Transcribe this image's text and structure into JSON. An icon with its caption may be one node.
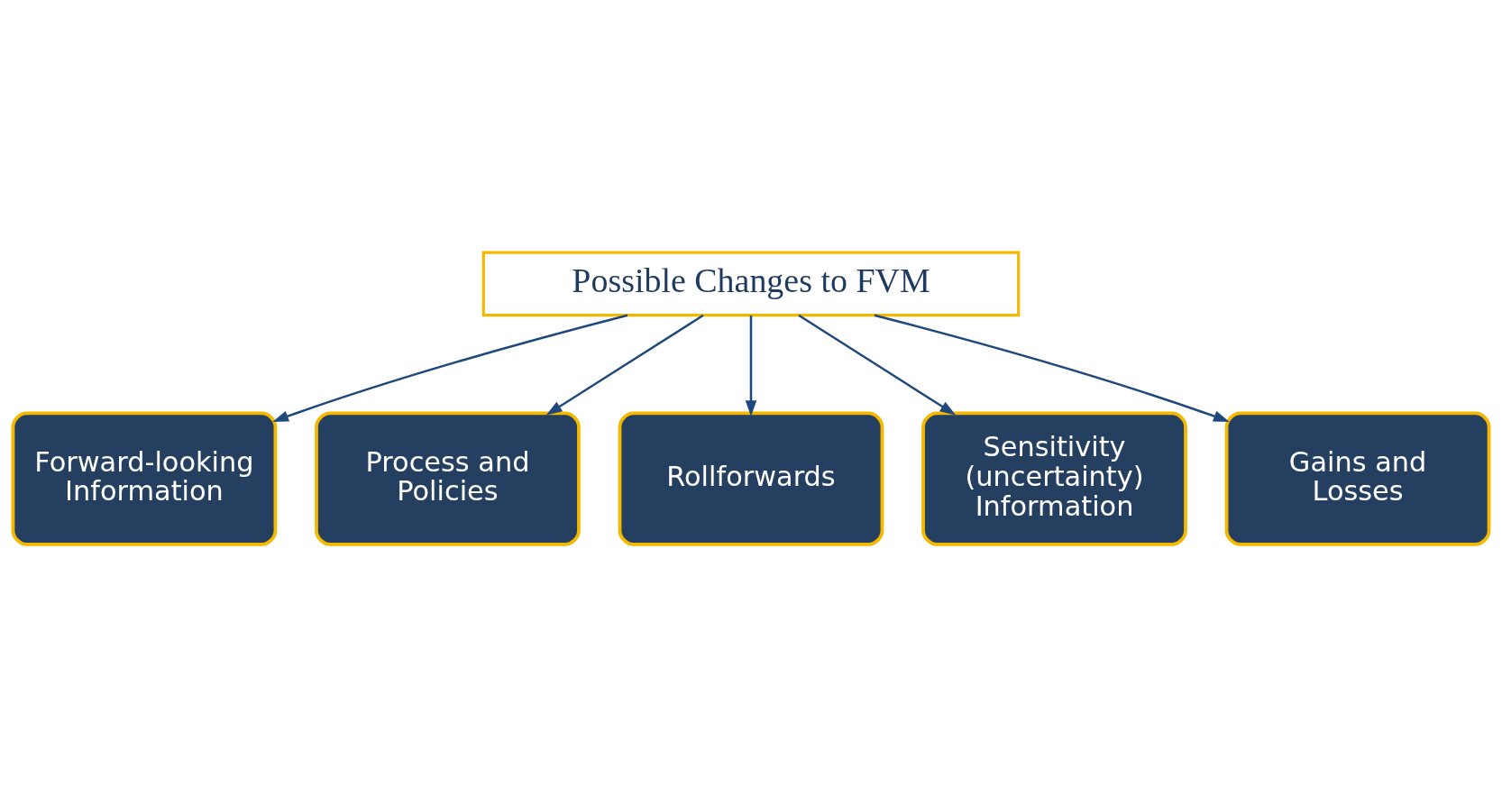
{
  "diagram": {
    "nodes": [
      {
        "text": [
          "Possible Changes to FVM"
        ]
      },
      {
        "text": [
          "Forward-looking Information"
        ]
      },
      {
        "text": [
          "Process and Policies"
        ]
      },
      {
        "text": [
          "Rollforwards"
        ]
      },
      {
        "text": [
          "Sensitivity (uncertainty) Information"
        ]
      },
      {
        "text": [
          "Gains and Losses"
        ]
      }
    ],
    "edges": [
      {
        "from": 0,
        "to": 1,
        "arrow": "to"
      },
      {
        "from": 0,
        "to": 2,
        "arrow": "to"
      },
      {
        "from": 0,
        "to": 5,
        "arrow": "to"
      },
      {
        "from": 0,
        "to": 4,
        "arrow": "to"
      },
      {
        "from": 0,
        "to": 3,
        "arrow": "to"
      }
    ]
  }
}
